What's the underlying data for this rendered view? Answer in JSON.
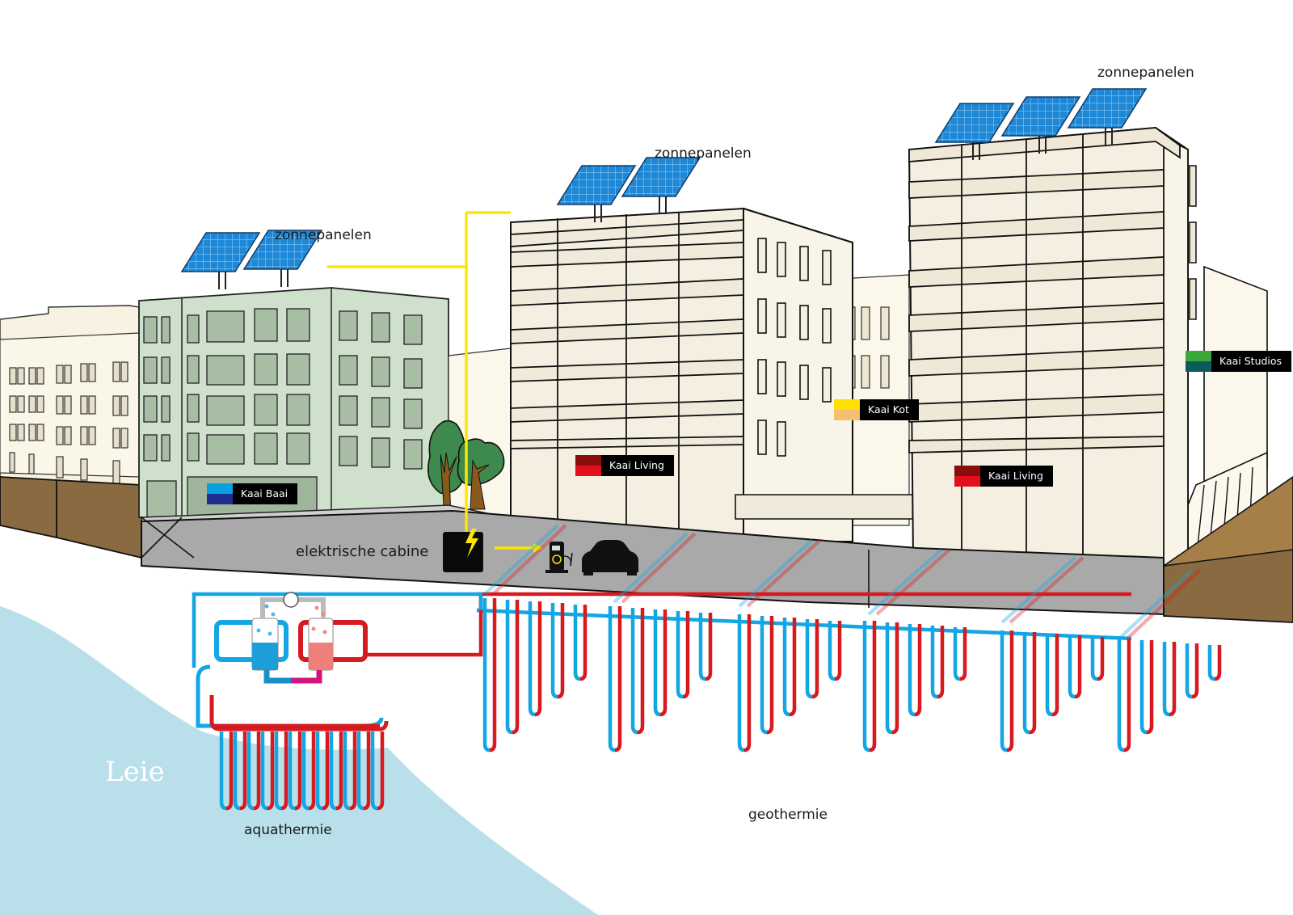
{
  "labels": {
    "solar_left": "zonnepanelen",
    "solar_middle": "zonnepanelen",
    "solar_right": "zonnepanelen",
    "cabin": "elektrische cabine",
    "river": "Leie",
    "aquathermal": "aquathermie",
    "geothermal": "geothermie"
  },
  "buildings": [
    {
      "name": "Kaai Baai",
      "colors": [
        "#0aa0e0",
        "#1f2f8f"
      ]
    },
    {
      "name": "Kaai Living",
      "colors": [
        "#8a0d0d",
        "#e3101b"
      ]
    },
    {
      "name": "Kaai Kot",
      "colors": [
        "#ffe000",
        "#f5bf72"
      ]
    },
    {
      "name": "Kaai Studios",
      "colors": [
        "#3aa83a",
        "#0f5a5a"
      ]
    },
    {
      "name": "Kaai Living",
      "colors": [
        "#8a0d0d",
        "#e3101b"
      ]
    }
  ],
  "colors": {
    "cold_pipe": "#12a6e4",
    "warm_pipe": "#d71920",
    "power_line": "#ffe600",
    "solar_panel": "#1e88d6",
    "river": "#b9e0ea",
    "street": "#a9a9a9",
    "soil": "#8a6a40",
    "facade_cream": "#f4efe0",
    "facade_green": "#cfe0cc"
  },
  "icons": [
    "solar-panel-icon",
    "tree-icon",
    "lightning-icon",
    "ev-charger-icon",
    "car-icon",
    "heat-pump-icon"
  ]
}
